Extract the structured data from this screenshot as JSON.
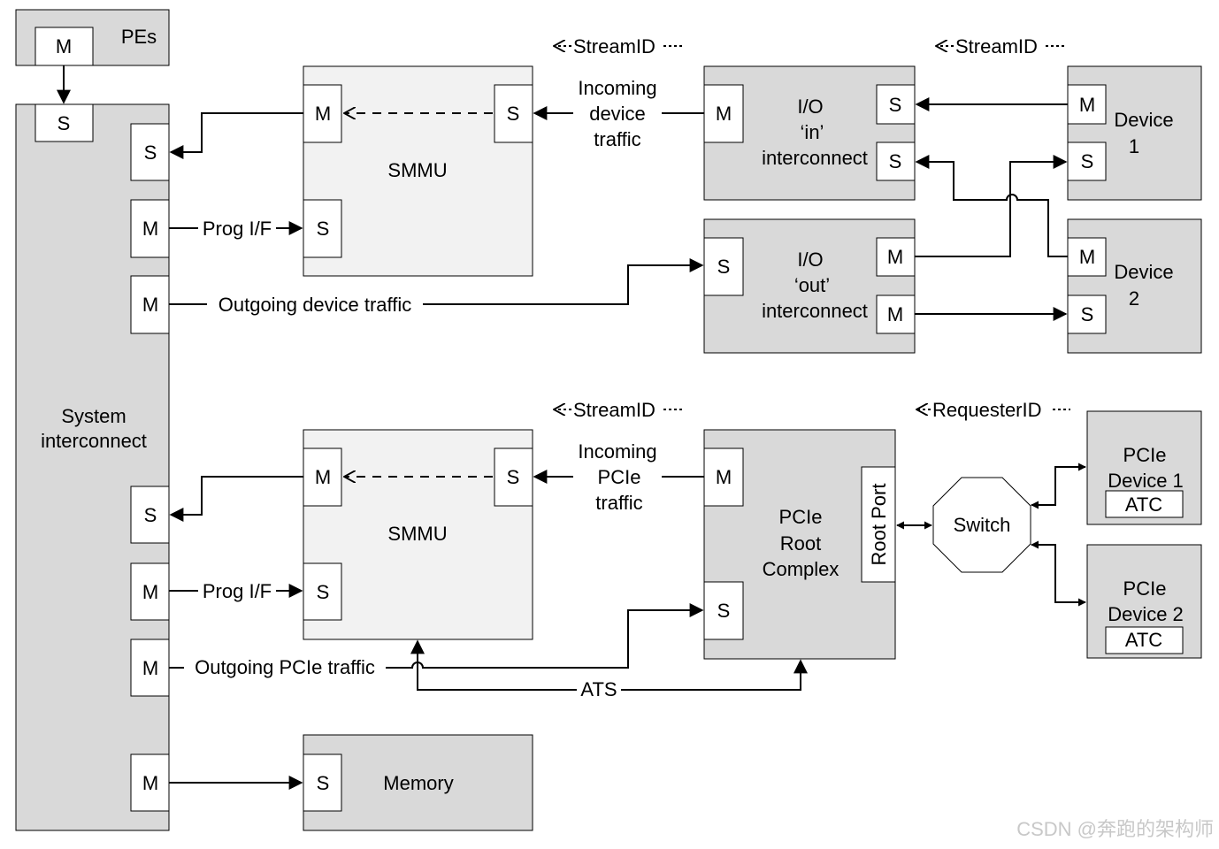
{
  "blocks": {
    "pes": "PEs",
    "system_interconnect": [
      "System",
      "interconnect"
    ],
    "smmu_top": "SMMU",
    "smmu_bottom": "SMMU",
    "io_in": [
      "I/O",
      "‘in’",
      "interconnect"
    ],
    "io_out": [
      "I/O",
      "‘out’",
      "interconnect"
    ],
    "device1": [
      "Device",
      "1"
    ],
    "device2": [
      "Device",
      "2"
    ],
    "pcie_root_complex": [
      "PCIe",
      "Root",
      "Complex"
    ],
    "root_port": "Root Port",
    "switch": "Switch",
    "pcie_device1": [
      "PCIe",
      "Device 1"
    ],
    "pcie_device2": [
      "PCIe",
      "Device 2"
    ],
    "atc": "ATC",
    "memory": "Memory"
  },
  "ports": {
    "master": "M",
    "slave": "S"
  },
  "labels": {
    "prog_if": "Prog I/F",
    "outgoing_device_traffic": "Outgoing device traffic",
    "outgoing_pcie_traffic": "Outgoing PCIe traffic",
    "incoming_device_traffic": [
      "Incoming",
      "device",
      "traffic"
    ],
    "incoming_pcie_traffic": [
      "Incoming",
      "PCIe",
      "traffic"
    ],
    "ats": "ATS",
    "stream_id": "StreamID",
    "requester_id": "RequesterID"
  },
  "watermark": "CSDN @奔跑的架构师"
}
